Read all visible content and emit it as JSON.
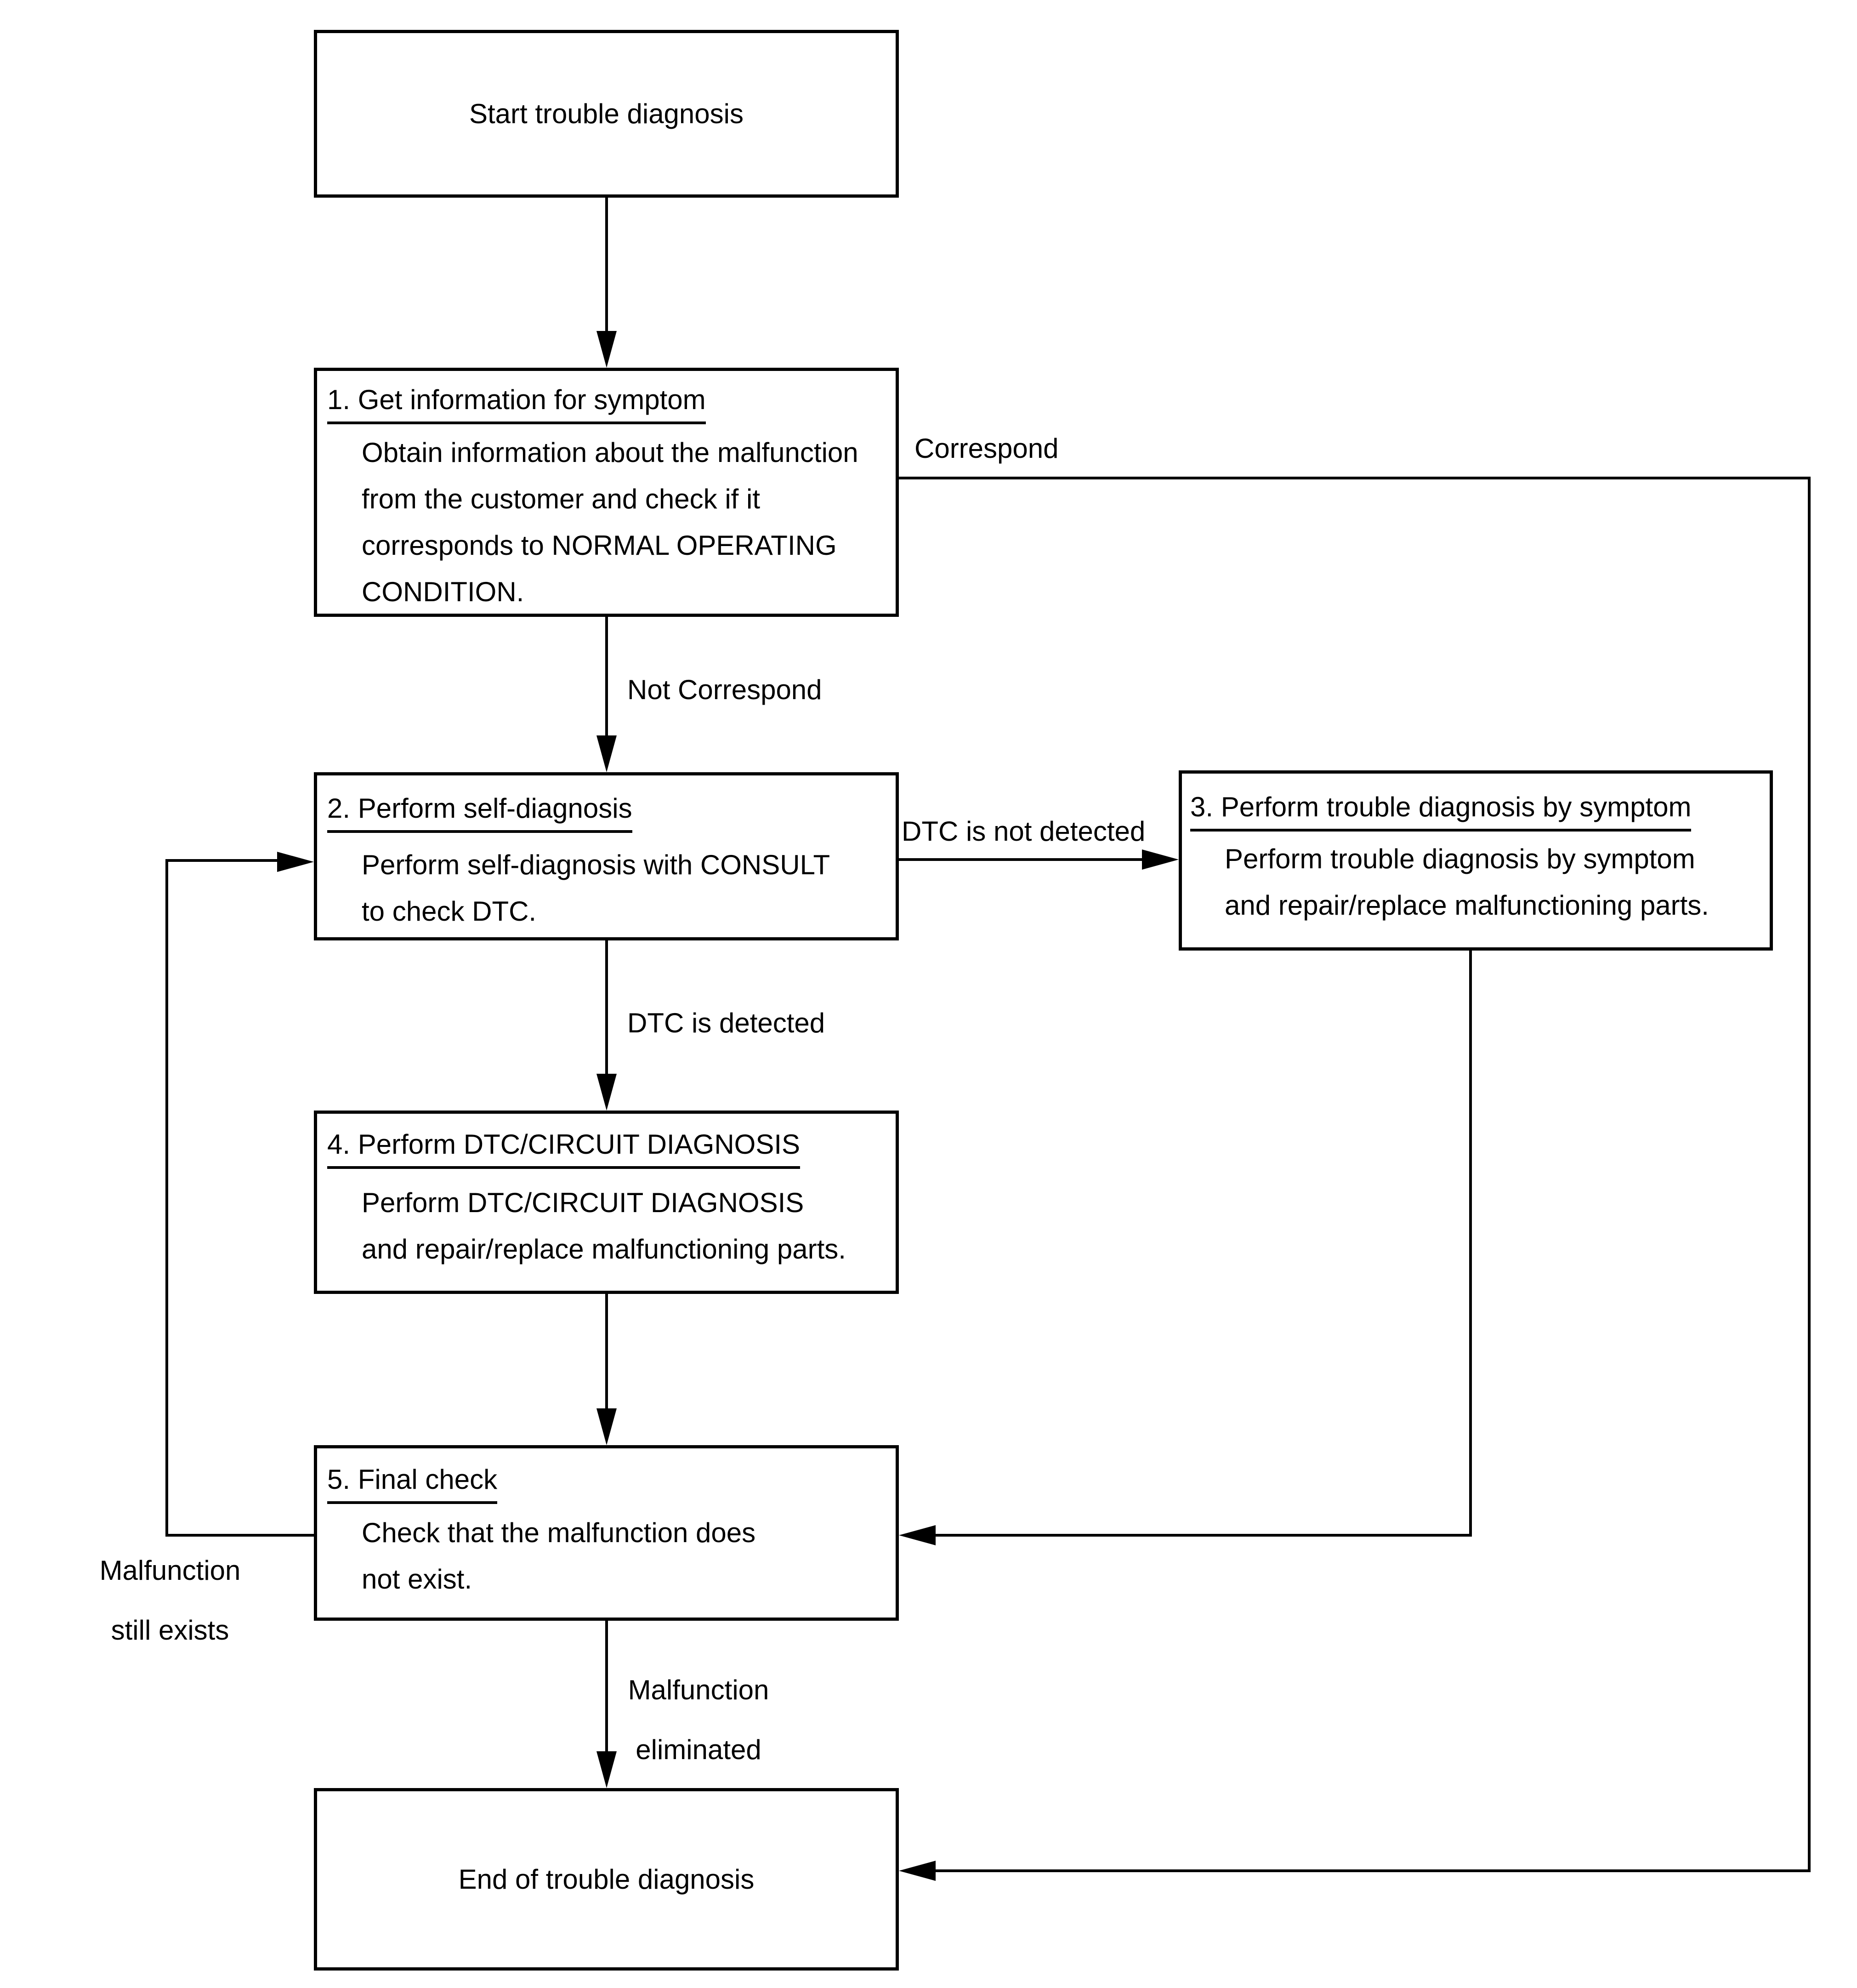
{
  "flowchart": {
    "start": {
      "label": "Start trouble diagnosis"
    },
    "end": {
      "label": "End of trouble diagnosis"
    },
    "steps": [
      {
        "heading": "1. Get information for symptom",
        "lines": [
          "Obtain information about the malfunction",
          "from the customer and check if it",
          "corresponds to NORMAL OPERATING",
          "CONDITION."
        ]
      },
      {
        "heading": "2. Perform self-diagnosis",
        "lines": [
          "Perform self-diagnosis with CONSULT",
          "to check DTC."
        ]
      },
      {
        "heading": "3. Perform trouble diagnosis by symptom",
        "lines": [
          "Perform trouble diagnosis by symptom",
          "and repair/replace malfunctioning parts."
        ]
      },
      {
        "heading": "4. Perform DTC/CIRCUIT DIAGNOSIS",
        "lines": [
          "Perform DTC/CIRCUIT DIAGNOSIS",
          "and repair/replace malfunctioning parts."
        ]
      },
      {
        "heading": "5. Final check",
        "lines": [
          "Check that the malfunction does",
          "not exist."
        ]
      }
    ],
    "edge_labels": {
      "correspond": "Correspond",
      "not_correspond": "Not Correspond",
      "dtc_not_detected": "DTC is not detected",
      "dtc_detected": "DTC is detected",
      "malfunction_still_exists": [
        "Malfunction",
        "still exists"
      ],
      "malfunction_eliminated": [
        "Malfunction",
        "eliminated"
      ]
    },
    "colors": {
      "line": "#000000",
      "background": "#ffffff"
    }
  }
}
